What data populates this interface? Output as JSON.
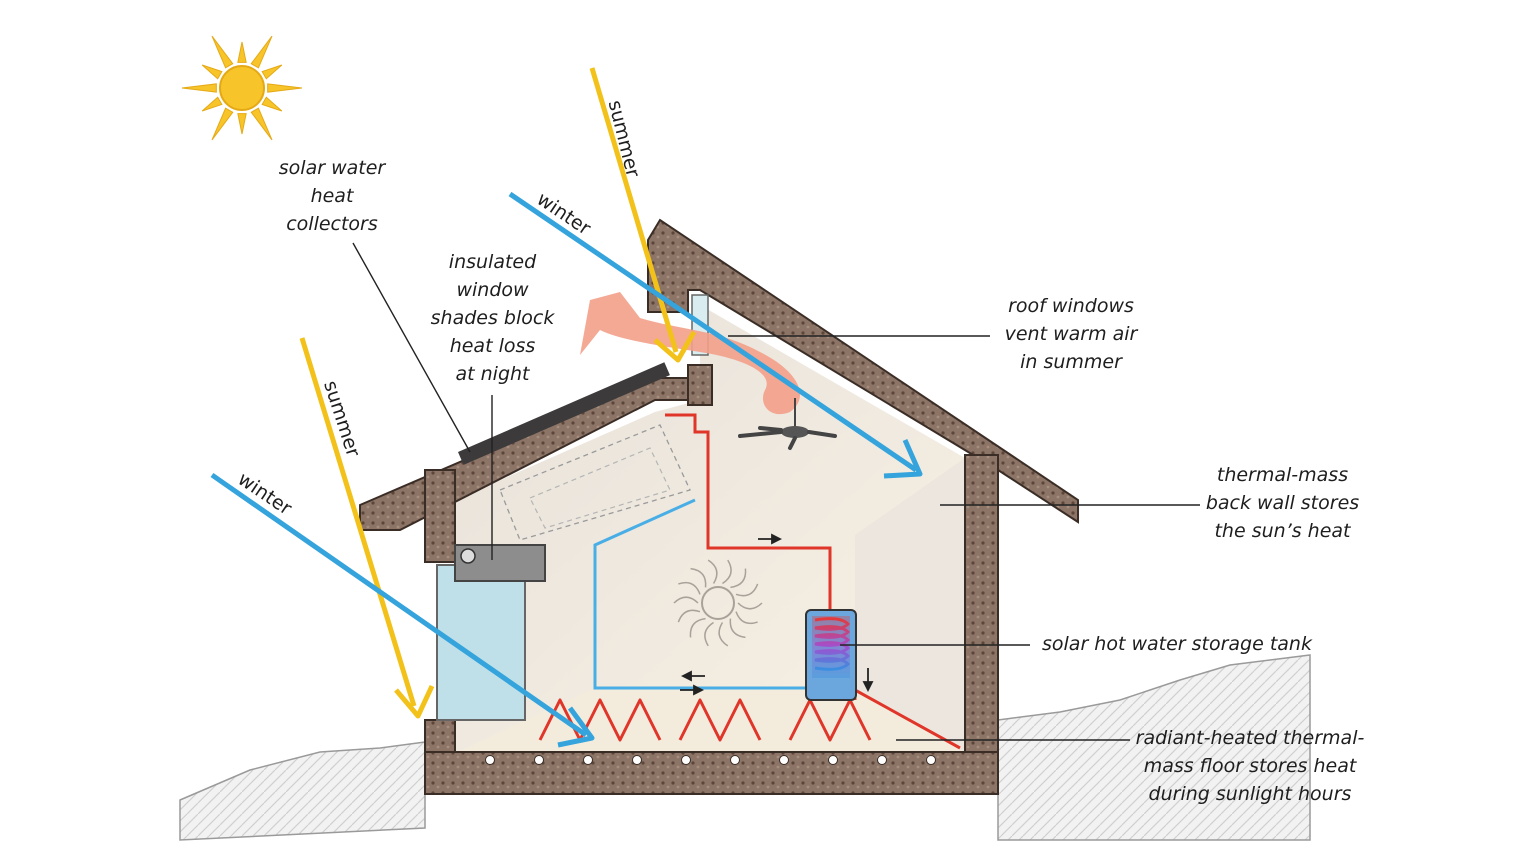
{
  "labels": {
    "solar_collectors": [
      "solar water",
      "heat",
      "collectors"
    ],
    "insulated_shades": [
      "insulated",
      "window",
      "shades block",
      "heat loss",
      "at night"
    ],
    "roof_windows": [
      "roof windows",
      "vent warm air",
      "in summer"
    ],
    "thermal_wall": [
      "thermal-mass",
      "back wall stores",
      "the sun’s heat"
    ],
    "storage_tank": [
      "solar hot water storage tank"
    ],
    "radiant_floor": [
      "radiant-heated thermal-",
      "mass floor stores heat",
      "during sunlight hours"
    ]
  },
  "rays": {
    "summer": "summer",
    "winter": "winter"
  },
  "colors": {
    "summer_ray": "#f2c21b",
    "winter_ray": "#35a3dc",
    "hot_pipe": "#e0362a",
    "cold_pipe": "#4aaee6",
    "warm_air": "#f3a08a",
    "wall": "#8a7264",
    "sun": "#f7c52a"
  }
}
